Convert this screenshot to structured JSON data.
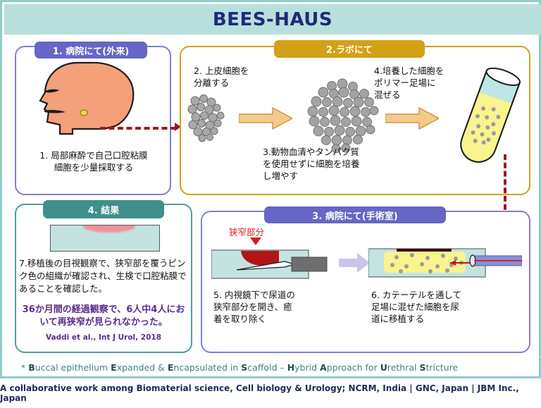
{
  "title": "BEES-HAUS",
  "panels": {
    "p1": {
      "tab": "1. 病院にて(外来)",
      "caption": "1. 局部麻酔で自己口腔粘膜\n細胞を少量採取する",
      "icon": "head-profile-illustration"
    },
    "p2": {
      "tab": "2.ラボにて",
      "step2": "2. 上皮細胞を\n分離する",
      "step3": "3.動物血清やタンパク質\nを使用せずに細胞を培養\nし増やす",
      "step4": "4.培養した細胞を\nポリマー足場に\n混ぜる"
    },
    "p3": {
      "tab": "3. 病院にて(手術室)",
      "stricture_label": "狭窄部分",
      "step5": "5. 内視鏡下で尿道の\n狭窄部分を開き、癒\n着を取り除く",
      "step6": "6. カテーテルを通して\n足場に混ぜた細胞を尿\n道に移植する"
    },
    "p4": {
      "tab": "4. 結果",
      "step7": "7.移植後の目視観察で、狭窄部を覆うピンク色の組織が確認され、生検で口腔粘膜であることを確認した。",
      "highlight": "36か月間の経過観察で、6人中4人において再狭窄が見られなかった。",
      "citation": "Vaddi et al., Int J Urol, 2018"
    }
  },
  "footer": {
    "acronym_prefix": "* ",
    "acronym_parts": [
      {
        "bold": "B",
        "rest": "uccal epithelium "
      },
      {
        "bold": "E",
        "rest": "xpanded & "
      },
      {
        "bold": "E",
        "rest": "ncapsulated in "
      },
      {
        "bold": "S",
        "rest": "caffold – "
      },
      {
        "bold": "H",
        "rest": "ybrid "
      },
      {
        "bold": "A",
        "rest": "pproach for "
      },
      {
        "bold": "U",
        "rest": "rethral "
      },
      {
        "bold": "S",
        "rest": "tricture"
      }
    ],
    "acronym_full": "* Buccal epithelium Expanded & Encapsulated in Scaffold – Hybrid Approach for Urethral Stricture",
    "credit": "A collaborative work among Biomaterial science, Cell biology & Urology; NCRM, India | GNC, Japan | JBM Inc., Japan"
  },
  "colors": {
    "title_band": "#b9dfdc",
    "title_text": "#1f2a7a",
    "purple": "#6666c4",
    "gold": "#d4a017",
    "teal": "#3f8f8b",
    "red_dash": "#a31621",
    "stricture_red": "#d91c1c",
    "highlight_purple": "#5b2d8e",
    "scaffold_yellow": "#f7f07a",
    "tissue_teal": "#c3e3e1"
  }
}
